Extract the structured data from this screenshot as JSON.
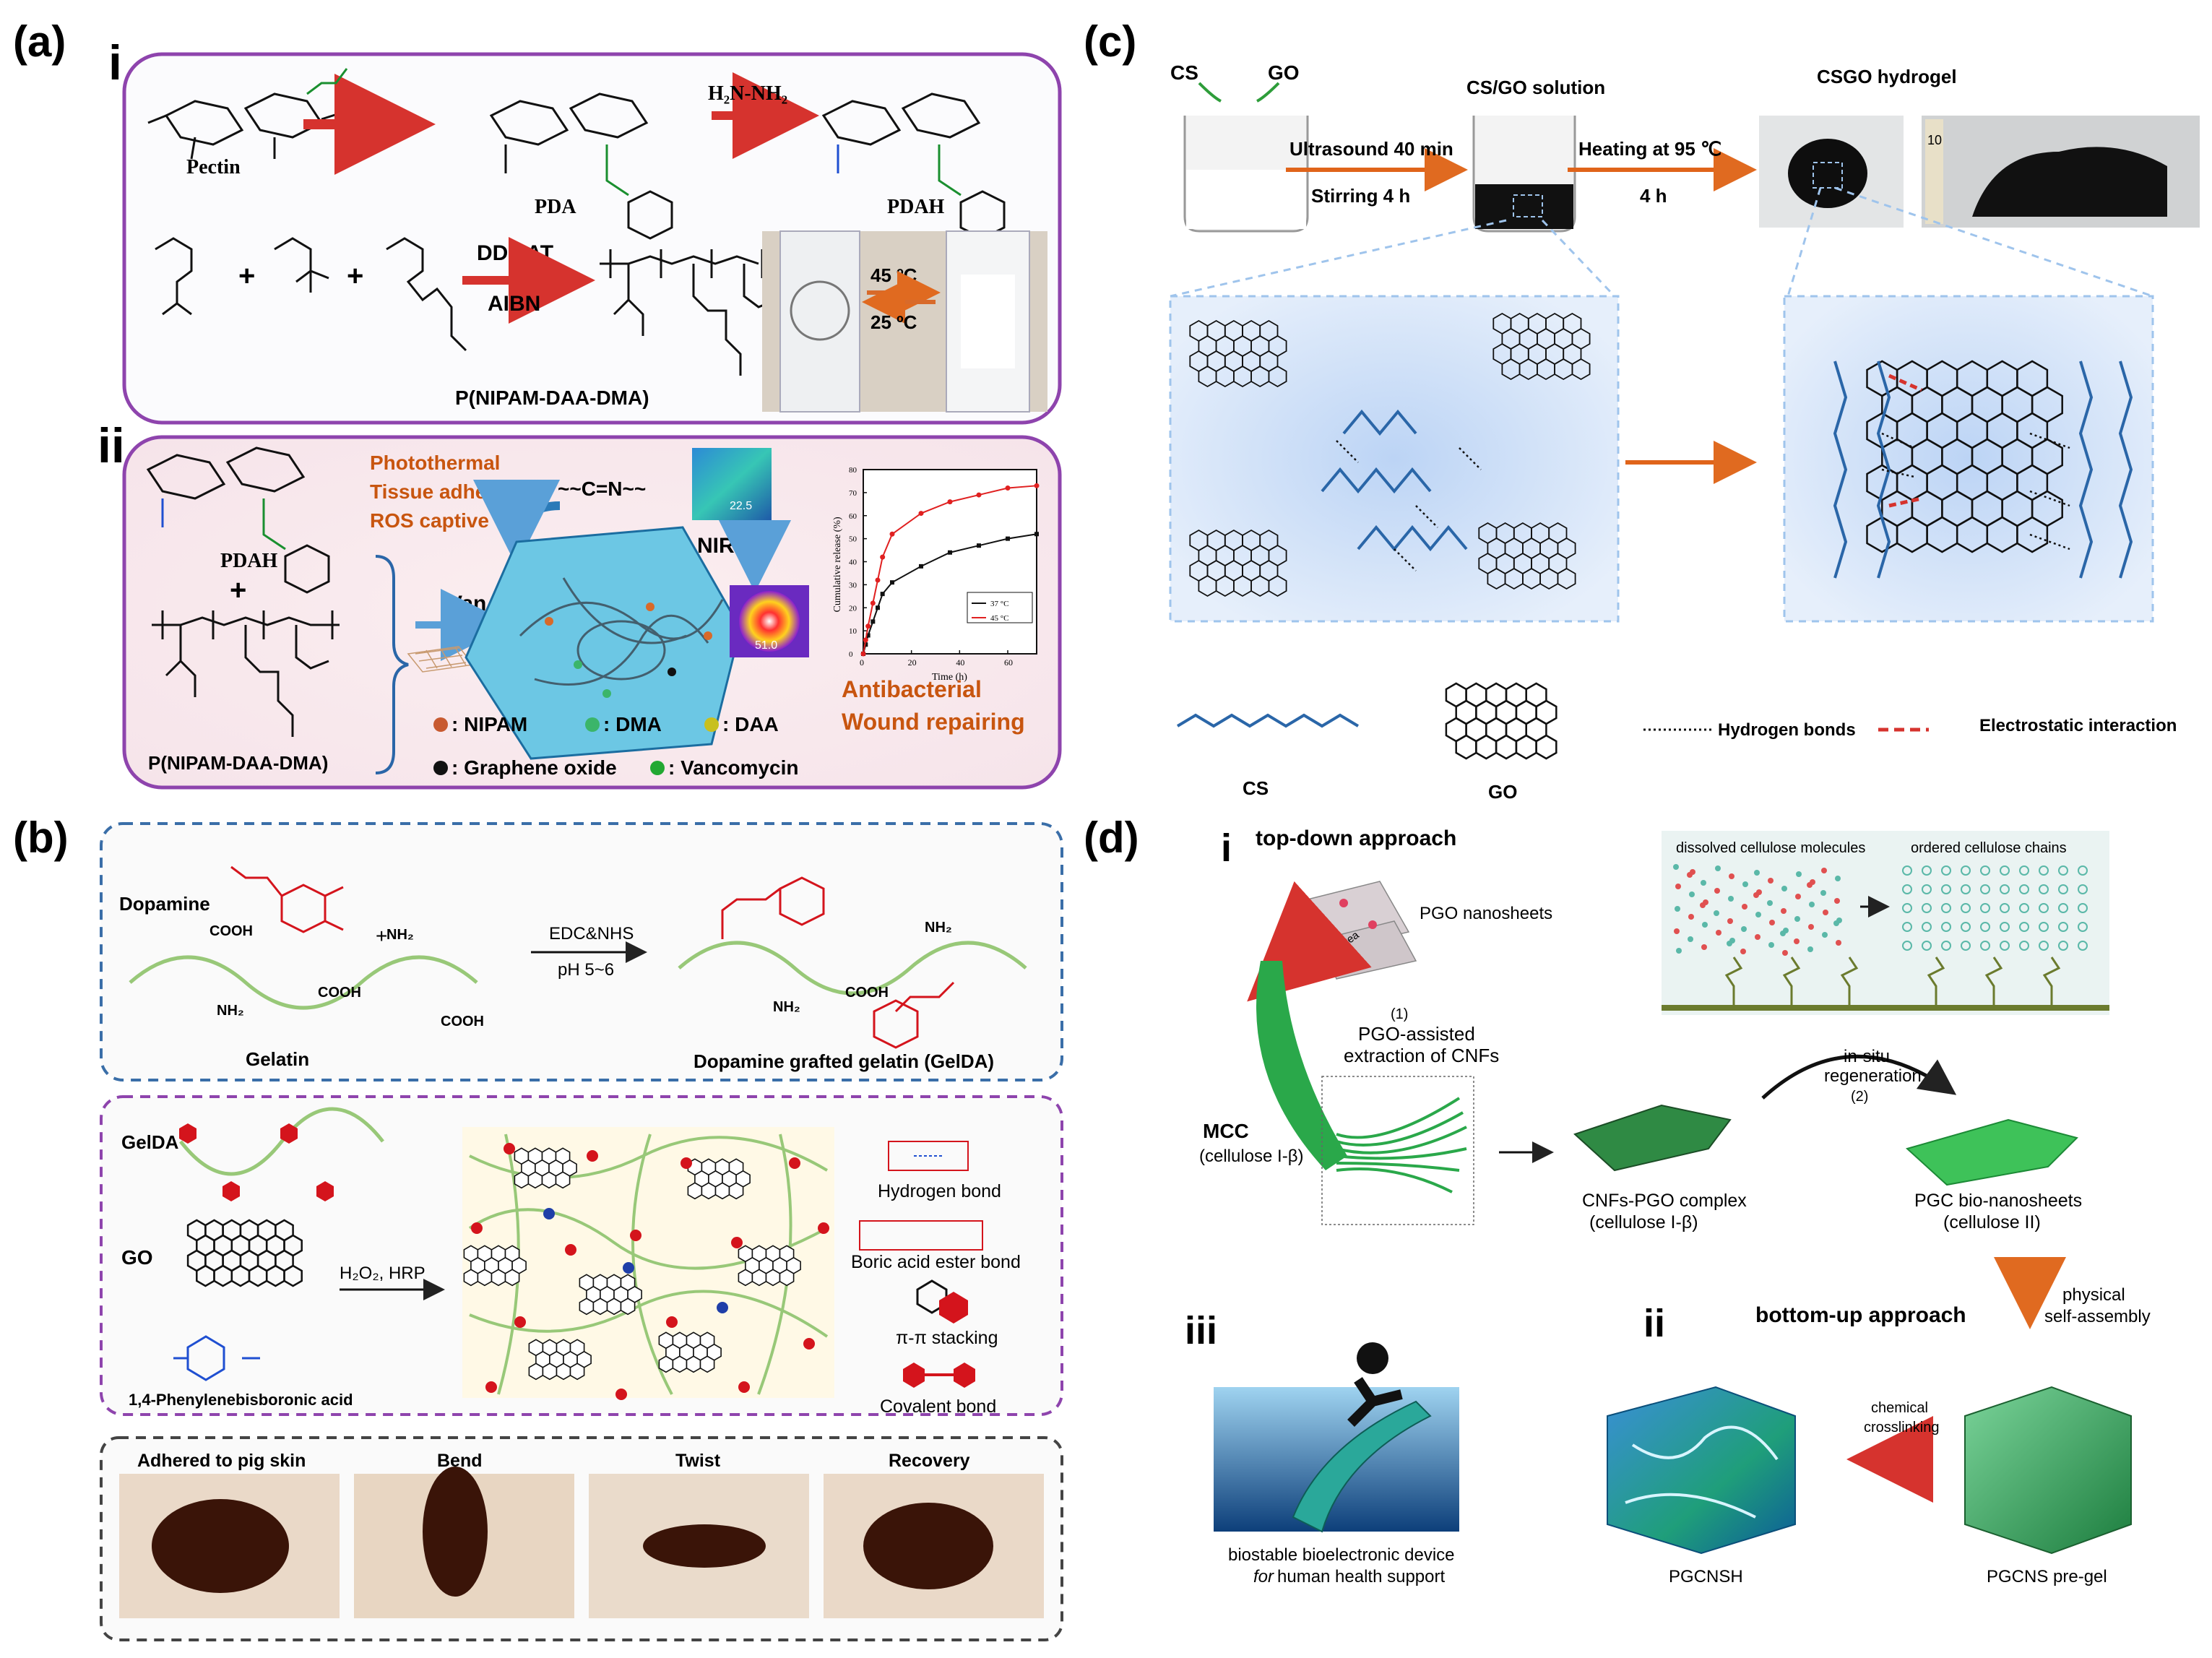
{
  "panel_labels": {
    "a": "(a)",
    "b": "(b)",
    "c": "(c)",
    "d": "(d)"
  },
  "colors": {
    "purple_border": "#8e44ad",
    "blue_dash": "#3a6ea8",
    "orange": "#c8550f",
    "red_arrow": "#d6332e",
    "green": "#2e9d3a",
    "chem_red": "#d4141c",
    "chem_blue": "#1f4fd1",
    "chem_green": "#1a8f2f"
  },
  "a": {
    "sub_i": "i",
    "sub_ii": "ii",
    "pectin": "Pectin",
    "pda": "PDA",
    "pdah": "PDAH",
    "reagent_hydrazine": "H₂N-NH₂",
    "ddmat": "DDMAT",
    "aibn": "AIBN",
    "temp_high": "45 ºC",
    "temp_low": "25 ºC",
    "polymer": "P(NIPAM-DAA-DMA)",
    "props": [
      "Photothermal",
      "Tissue adhesive",
      "ROS captive"
    ],
    "imine": "~~C=N~~",
    "nir": "NIR",
    "van": "Van",
    "plus": "+",
    "pdah2": "PDAH",
    "polymer2": "P(NIPAM-DAA-DMA)",
    "legend": {
      "nipam": ": NIPAM",
      "dma": ": DMA",
      "daa": ": DAA",
      "go": ": Graphene oxide",
      "vanco": ": Vancomycin"
    },
    "outcomes": [
      "Antibacterial",
      "Wound repairing"
    ],
    "thermal_high": "51.0",
    "thermal_low": "22.5",
    "chart_data": {
      "type": "line",
      "xlabel": "Time (h)",
      "ylabel": "Cumulative release (%)",
      "x_ticks": [
        "0",
        "20",
        "40",
        "60"
      ],
      "y_ticks": [
        "0",
        "10",
        "20",
        "30",
        "40",
        "50",
        "60",
        "70",
        "80"
      ],
      "xlim": [
        0,
        72
      ],
      "ylim": [
        0,
        80
      ],
      "series": [
        {
          "name": "37 °C",
          "color": "#111111",
          "x": [
            0,
            1,
            2,
            4,
            6,
            8,
            12,
            24,
            36,
            48,
            60,
            72
          ],
          "y": [
            0,
            4,
            8,
            14,
            20,
            26,
            31,
            38,
            44,
            47,
            50,
            52
          ]
        },
        {
          "name": "45 °C",
          "color": "#e02020",
          "x": [
            0,
            1,
            2,
            4,
            6,
            8,
            12,
            24,
            36,
            48,
            60,
            72
          ],
          "y": [
            0,
            6,
            12,
            22,
            32,
            42,
            52,
            61,
            66,
            69,
            72,
            73
          ]
        }
      ]
    }
  },
  "b": {
    "dopamine": "Dopamine",
    "edc": "EDC&NHS",
    "ph": "pH 5~6",
    "gelatin": "Gelatin",
    "gelda": "Dopamine grafted gelatin (GelDA)",
    "cooh": "COOH",
    "nh2": "NH₂",
    "plus": "+",
    "gelda_short": "GelDA",
    "go": "GO",
    "pbba": "1,4-Phenylenebisboronic acid",
    "h2o2": "H₂O₂, HRP",
    "bonds": [
      "Hydrogen bond",
      "Boric acid ester bond",
      "π-π stacking",
      "Covalent bond"
    ],
    "photos": [
      "Adhered to pig skin",
      "Bend",
      "Twist",
      "Recovery"
    ]
  },
  "c": {
    "cs": "CS",
    "go": "GO",
    "solution": "CS/GO solution",
    "hydrogel": "CSGO hydrogel",
    "step1a": "Ultrasound 40 min",
    "step1b": "Stirring 4 h",
    "step2a": "Heating at 95 ℃",
    "step2b": "4 h",
    "legend_cs": "CS",
    "legend_go": "GO",
    "hbond": "Hydrogen bonds",
    "electro": "Electrostatic interaction",
    "ruler": "10"
  },
  "d": {
    "sub_i": "i",
    "top_down": "top-down approach",
    "pgo": "PGO nanosheets",
    "naoh": "NaOH/urea",
    "step1": "(1)",
    "pgo_assist": "PGO-assisted",
    "extraction": "extraction of CNFs",
    "mcc": "MCC",
    "mcc_sub": "(cellulose I-β)",
    "dissolved": "dissolved cellulose molecules",
    "ordered": "ordered cellulose chains",
    "insitu": "in-situ",
    "regen": "regeneration",
    "step2": "(2)",
    "complex": "CNFs-PGO complex",
    "complex_sub": "(cellulose I-β)",
    "pgc": "PGC bio-nanosheets",
    "pgc_sub": "(cellulose II)",
    "sub_ii": "ii",
    "bottom_up": "bottom-up approach",
    "physical": "physical",
    "selfassembly": "self-assembly",
    "chemical": "chemical",
    "crosslink": "crosslinking",
    "sub_iii": "iii",
    "device1": "biostable bioelectronic device",
    "device2_em": "for",
    "device2": " human health support",
    "pgcnsh": "PGCNSH",
    "pregel": "PGCNS pre-gel"
  }
}
